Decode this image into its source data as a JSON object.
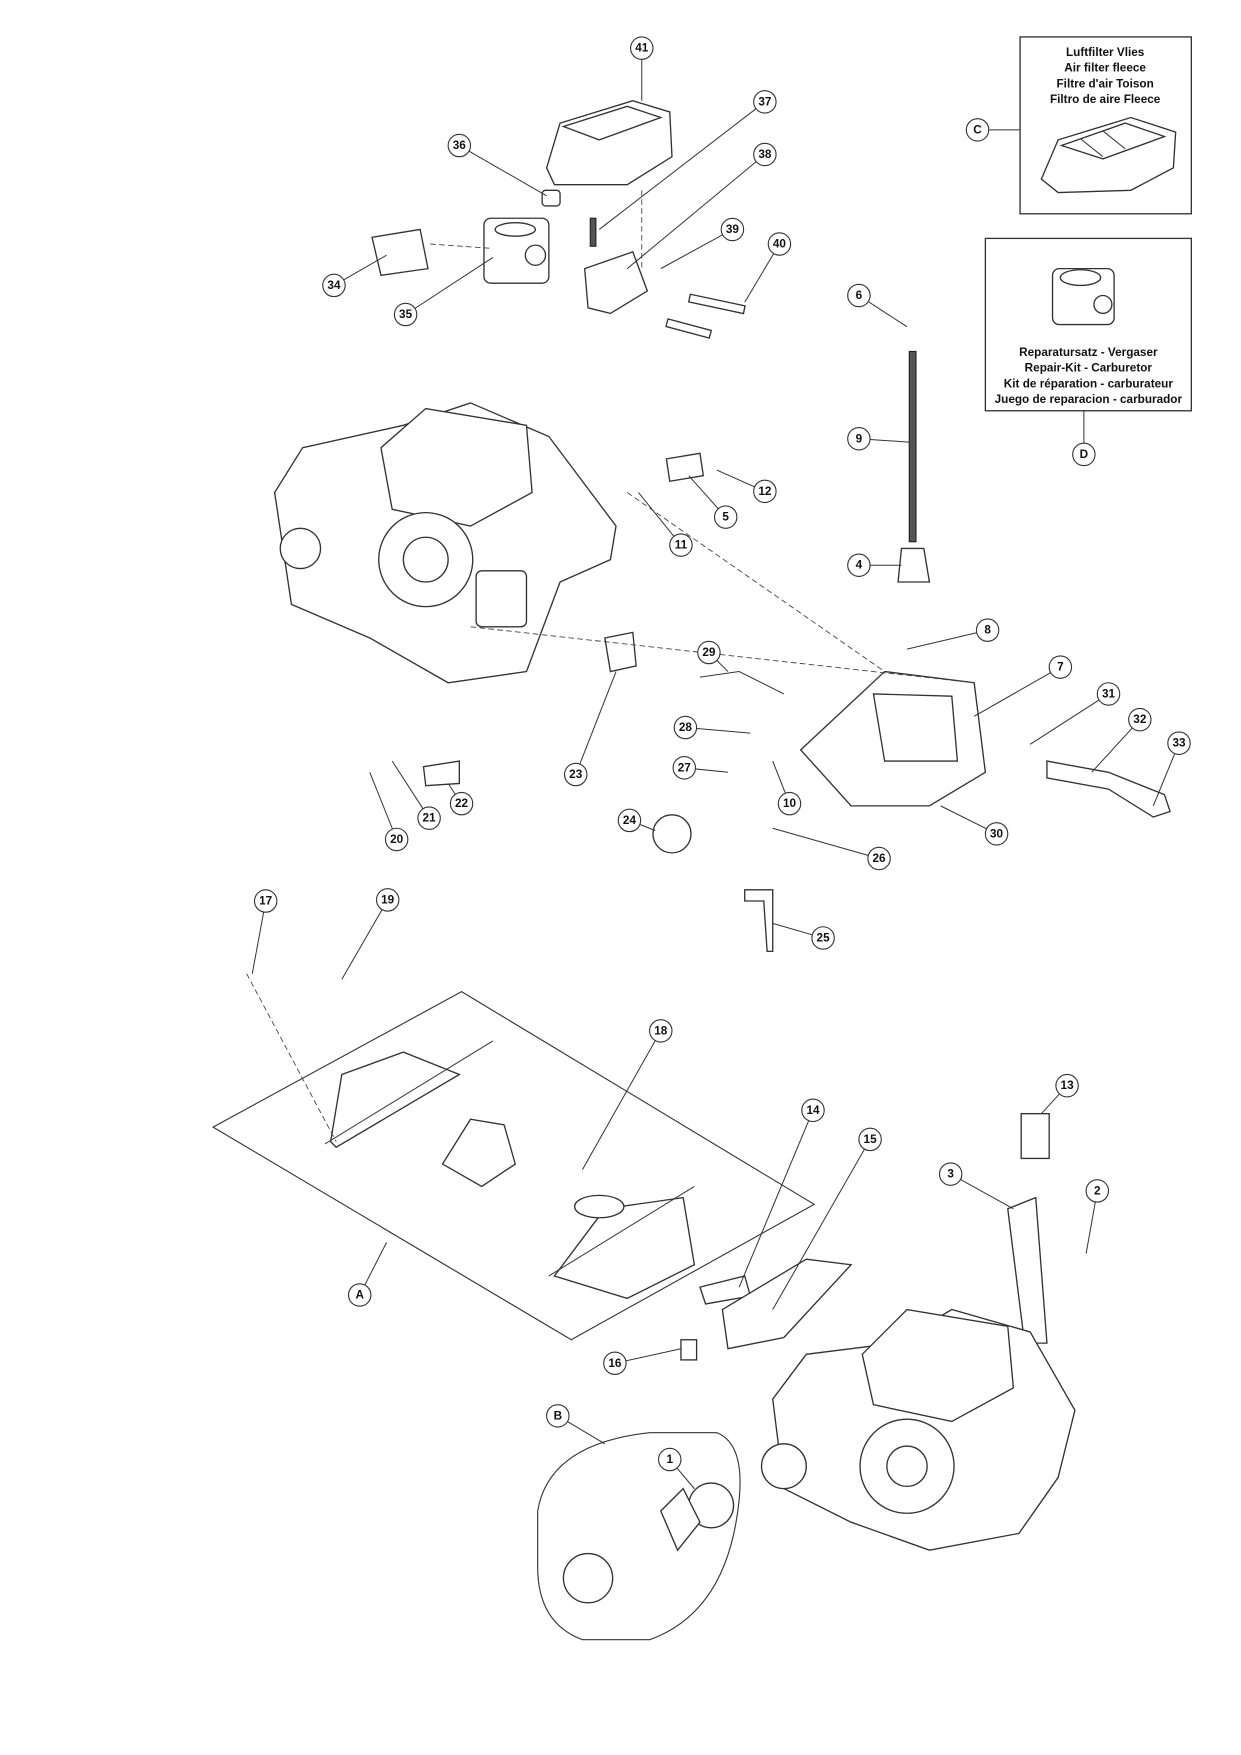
{
  "callouts": [
    "41",
    "37",
    "36",
    "38",
    "39",
    "40",
    "34",
    "35",
    "C",
    "6",
    "9",
    "D",
    "12",
    "5",
    "11",
    "4",
    "8",
    "7",
    "29",
    "31",
    "32",
    "33",
    "28",
    "23",
    "27",
    "10",
    "22",
    "21",
    "20",
    "24",
    "26",
    "30",
    "25",
    "17",
    "19",
    "18",
    "13",
    "14",
    "15",
    "3",
    "2",
    "A",
    "16",
    "B",
    "1"
  ],
  "box_c": {
    "lines": [
      "Luftfilter Vlies",
      "Air filter fleece",
      "Filtre d'air Toison",
      "Filtro de aire Fleece"
    ]
  },
  "box_d": {
    "lines": [
      "Reparatursatz - Vergaser",
      "Repair-Kit - Carburetor",
      "Kit de réparation - carburateur",
      "Juego de reparacion - carburador"
    ]
  }
}
